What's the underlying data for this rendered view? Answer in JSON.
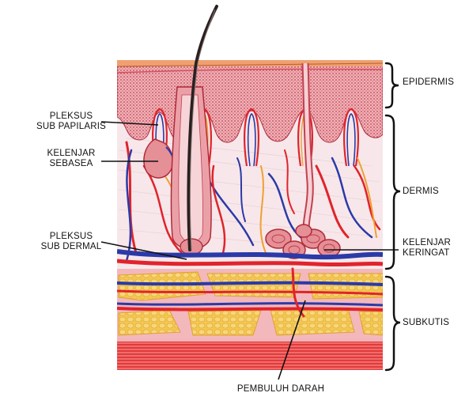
{
  "labels": {
    "epidermis": "EPIDERMIS",
    "dermis": "DERMIS",
    "subkutis": "SUBKUTIS",
    "pleksus_sub_papilaris": {
      "line1": "PLEKSUS",
      "line2": "SUB PAPILARIS"
    },
    "kelenjar_sebasea": {
      "line1": "KELENJAR",
      "line2": "SEBASEA"
    },
    "pleksus_sub_dermal": {
      "line1": "PLEKSUS",
      "line2": "SUB DERMAL"
    },
    "kelenjar_keringat": {
      "line1": "KELENJAR",
      "line2": "KERINGAT"
    },
    "pembuluh_darah": "PEMBULUH DARAH"
  },
  "colors": {
    "epidermis": "#e8a0a6",
    "epidermis_dots": "#c2404e",
    "dermis": "#f7e7ea",
    "artery": "#e0242c",
    "vein": "#2b3aa8",
    "nerve": "#f0a030",
    "fat": "#f0c24a",
    "subcutis_bg": "#f3b8bb",
    "hair": "#2a2020"
  }
}
